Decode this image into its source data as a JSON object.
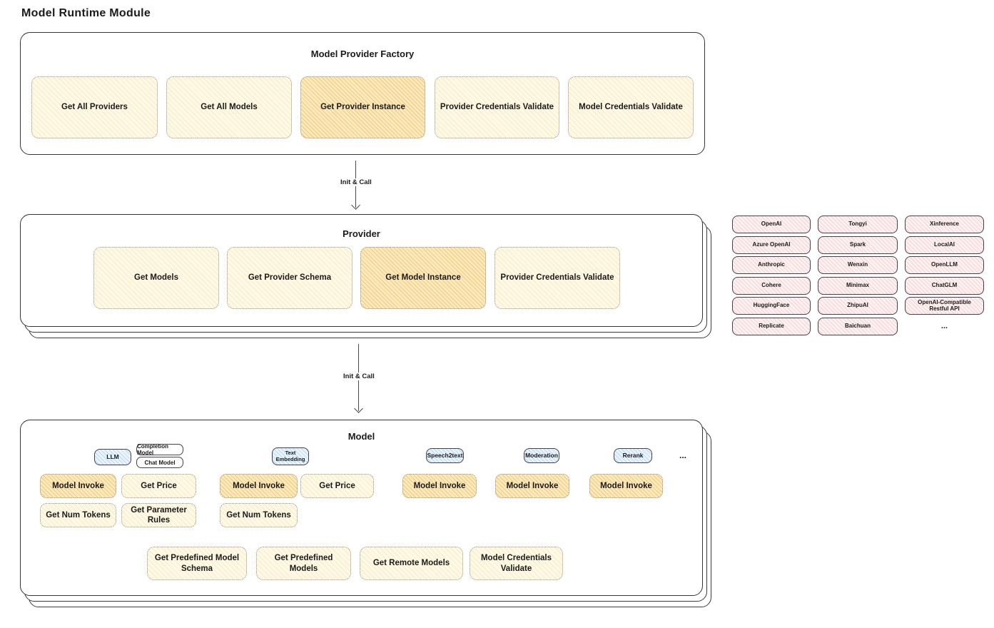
{
  "page_title": "Model Runtime Module",
  "colors": {
    "node_fill": "#fdf9e6",
    "node_highlight_fill": "#fbeac0",
    "node_hatch": "#e9b240",
    "provider_chip_fill": "#fdf2f1",
    "provider_chip_hatch": "#db6262",
    "model_type_fill": "#e9f3fc",
    "model_type_hatch": "#609eda",
    "outline": "#343434"
  },
  "factory": {
    "title": "Model Provider Factory",
    "items": [
      "Get All Providers",
      "Get All Models",
      "Get Provider Instance",
      "Provider Credentials Validate",
      "Model Credentials Validate"
    ]
  },
  "arrows": {
    "label1": "Init & Call",
    "label2": "Init & Call"
  },
  "provider": {
    "title": "Provider",
    "items": [
      "Get Models",
      "Get Provider Schema",
      "Get Model Instance",
      "Provider Credentials Validate"
    ]
  },
  "providers_list": {
    "rows": [
      [
        "OpenAI",
        "Tongyi",
        "Xinference"
      ],
      [
        "Azure OpenAI",
        "Spark",
        "LocalAI"
      ],
      [
        "Anthropic",
        "Wenxin",
        "OpenLLM"
      ],
      [
        "Cohere",
        "Minimax",
        "ChatGLM"
      ],
      [
        "HuggingFace",
        "ZhipuAI",
        "OpenAI-Compatible Restful API"
      ],
      [
        "Replicate",
        "Baichuan"
      ]
    ],
    "more": "..."
  },
  "model": {
    "title": "Model",
    "types": [
      "LLM",
      "Completion Model",
      "Chat Model",
      "Text Embedding",
      "Speech2text",
      "Moderation",
      "Rerank"
    ],
    "types_more": "...",
    "row1": [
      "Model Invoke",
      "Get Price",
      "Model Invoke",
      "Get Price",
      "Model Invoke",
      "Model Invoke",
      "Model Invoke"
    ],
    "row2": [
      "Get Num Tokens",
      "Get Parameter Rules",
      "Get Num Tokens"
    ],
    "bottom": [
      "Get Predefined Model Schema",
      "Get Predefined Models",
      "Get Remote Models",
      "Model Credentials Validate"
    ]
  }
}
